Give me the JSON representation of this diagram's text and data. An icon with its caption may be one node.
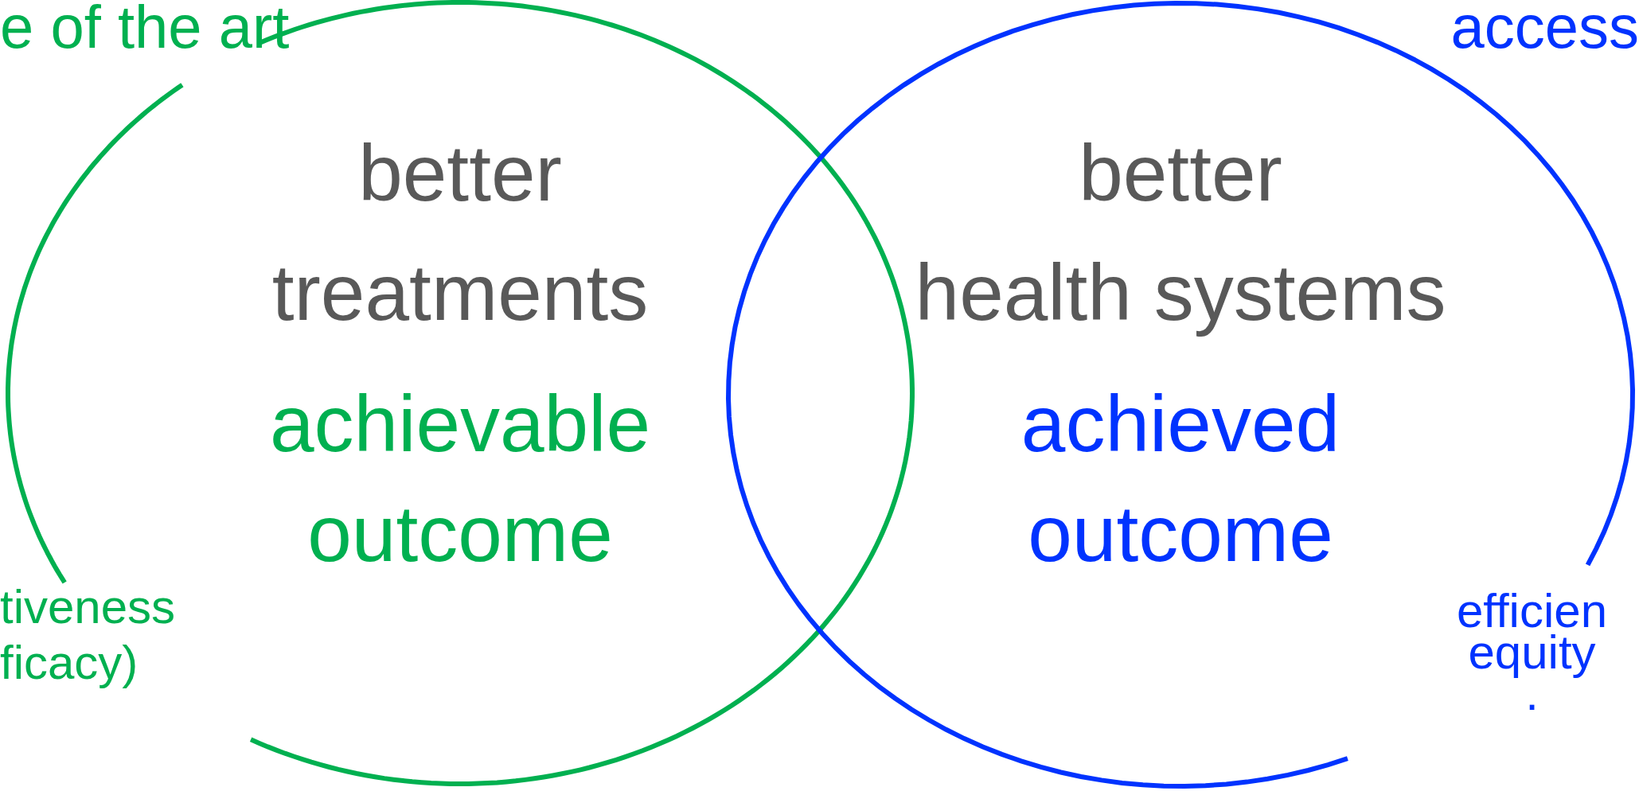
{
  "diagram": {
    "nodes": [
      {
        "text": [
          "better treatments",
          "achievable outcome"
        ]
      },
      {
        "text": [
          "better health systems",
          "achieved outcome"
        ]
      }
    ],
    "labels": [
      "e of the art",
      "access",
      "tiveness ficacy)",
      "efficien equity ."
    ]
  }
}
